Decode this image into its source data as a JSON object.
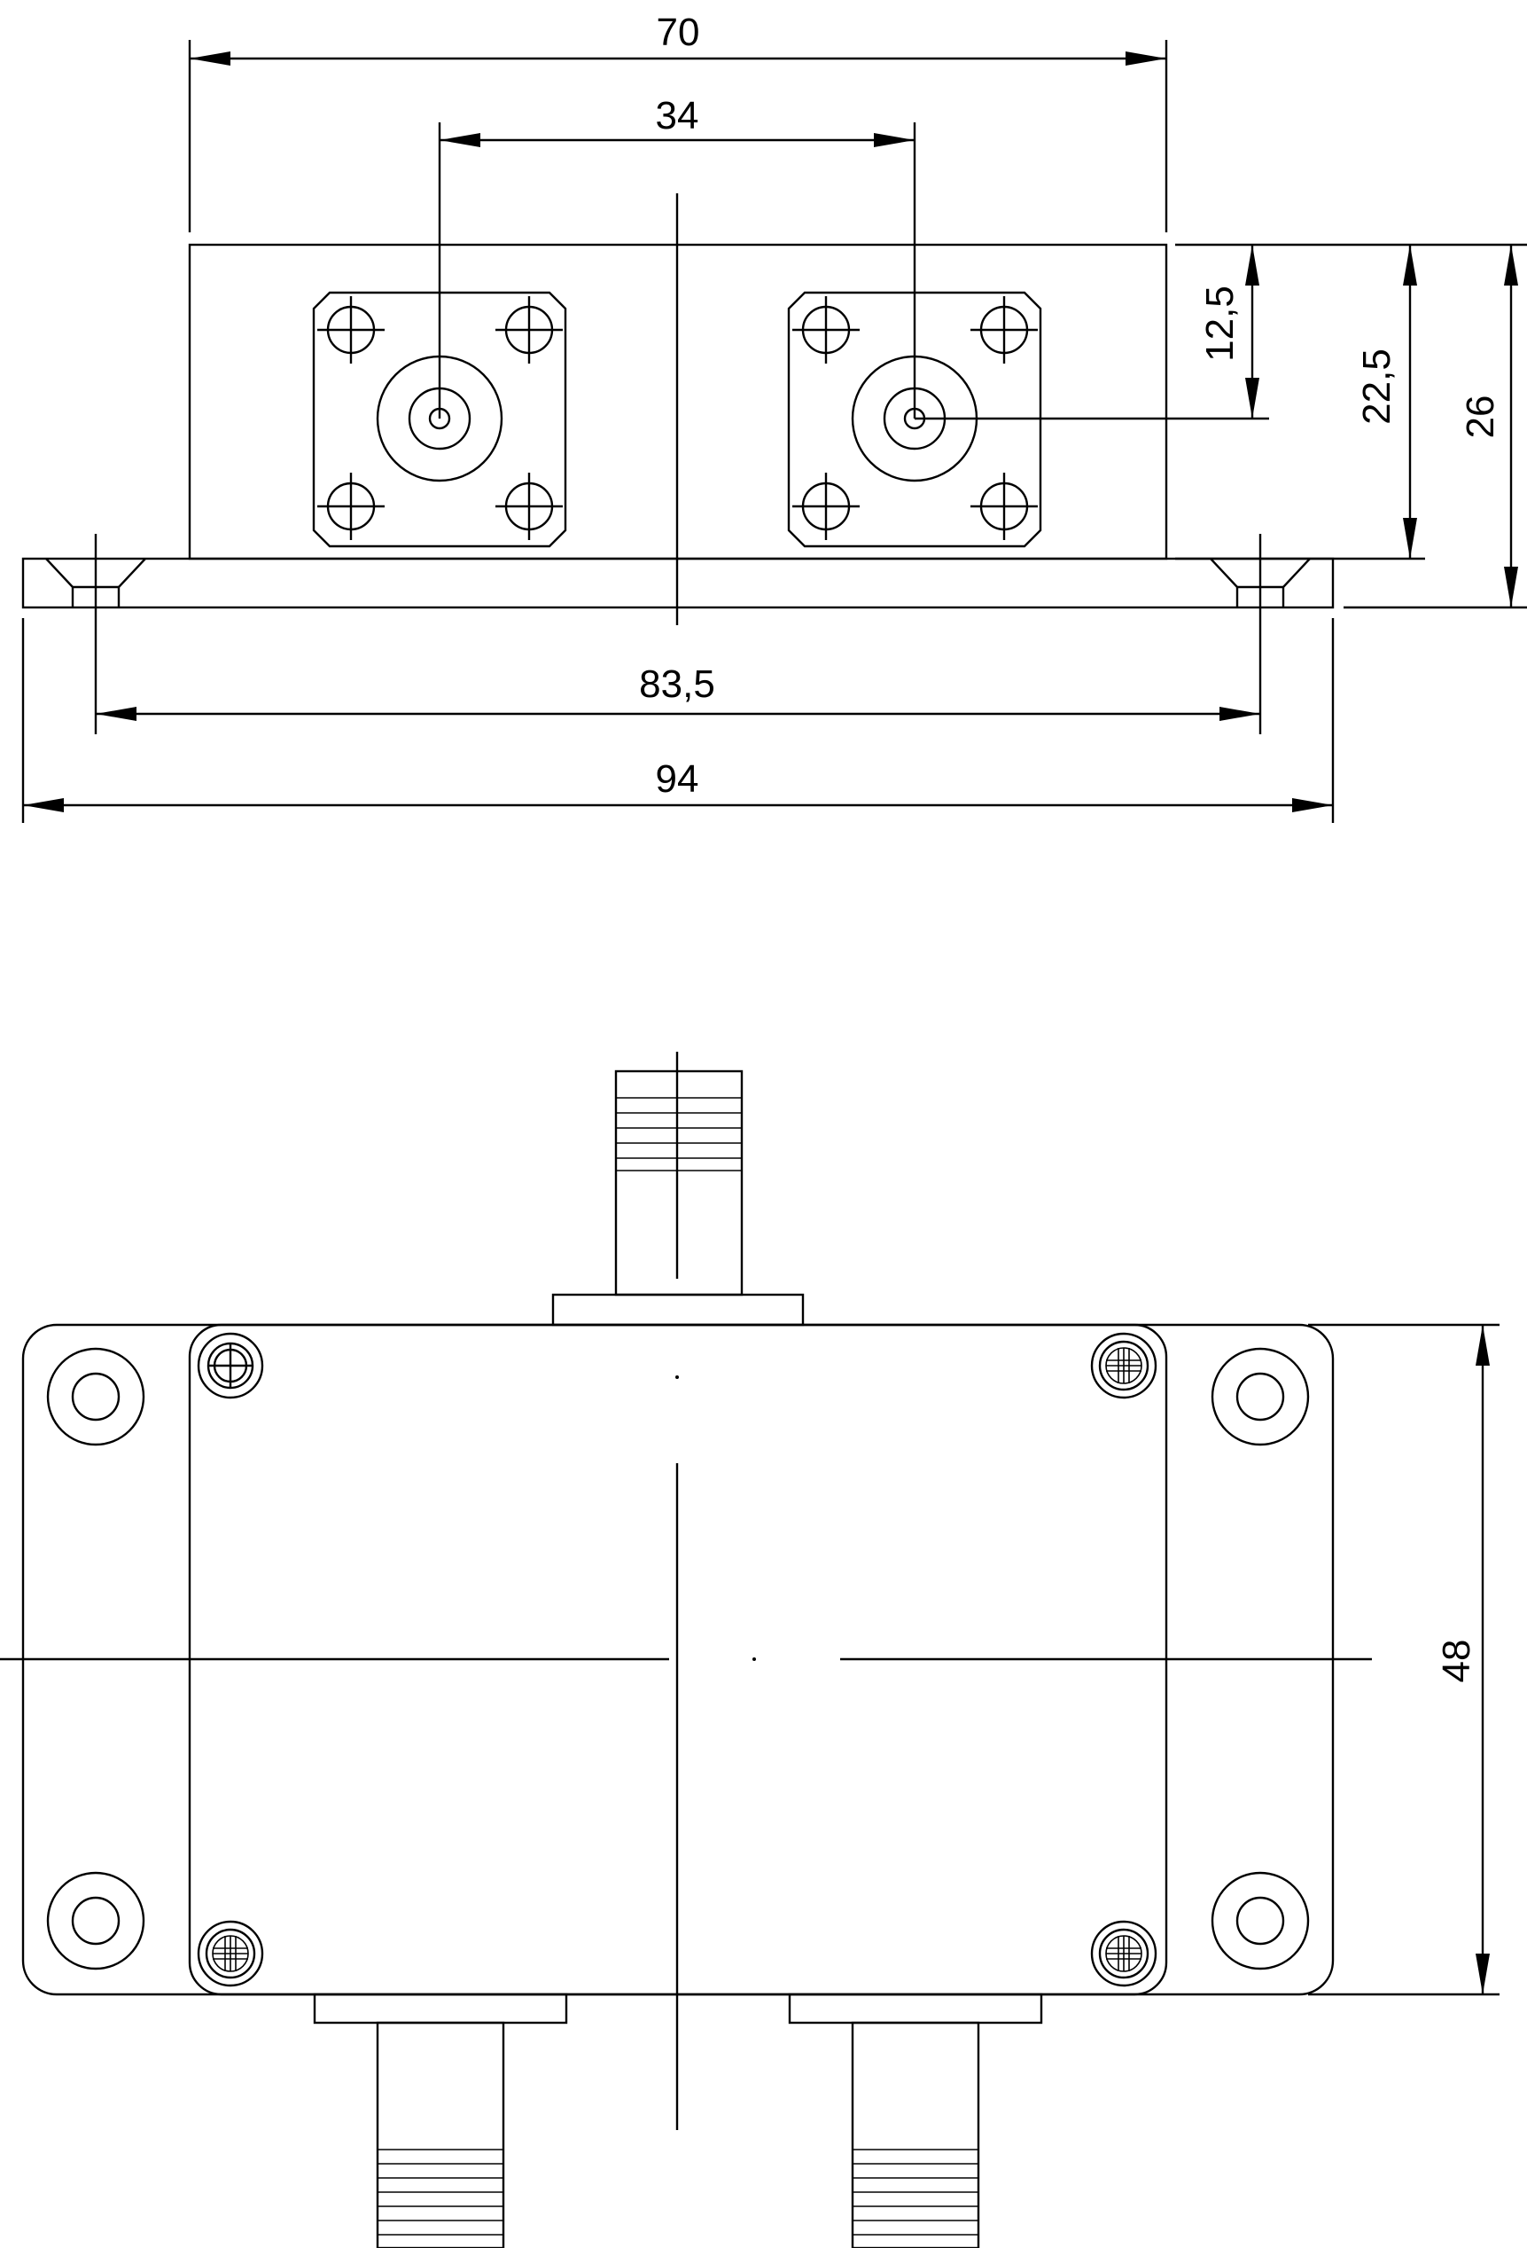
{
  "front_view": {
    "dimensions": {
      "overall_width": "70",
      "connector_spacing": "34",
      "connector_height": "12,5",
      "housing_height": "22,5",
      "total_height": "26",
      "mounting_hole_spacing": "83,5",
      "base_width": "94"
    }
  },
  "top_view": {
    "dimensions": {
      "depth": "48"
    }
  }
}
